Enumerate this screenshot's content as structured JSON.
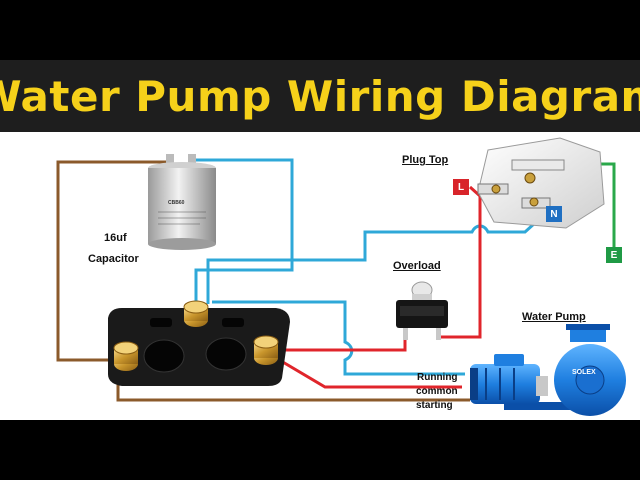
{
  "title": "Water Pump Wiring Diagram",
  "labels": {
    "plug_top": "Plug Top",
    "overload": "Overload",
    "capacitor_value": "16uf",
    "capacitor": "Capacitor",
    "water_pump": "Water Pump",
    "running": "Running",
    "common": "common",
    "starting": "starting",
    "live": "L",
    "neutral": "N",
    "earth": "E",
    "pump_brand": "SOLEX"
  },
  "colors": {
    "title": "#f6d11a",
    "banner": "#1e1e1e",
    "wire_live": "#e0252b",
    "wire_neutral": "#2fa8d8",
    "wire_brown": "#8b5a2b",
    "wire_earth": "#2aa84a",
    "tag_live": "#d8242a",
    "tag_neutral": "#1f6fc2",
    "tag_earth": "#1f9a45",
    "pump": "#1f7fe0"
  }
}
